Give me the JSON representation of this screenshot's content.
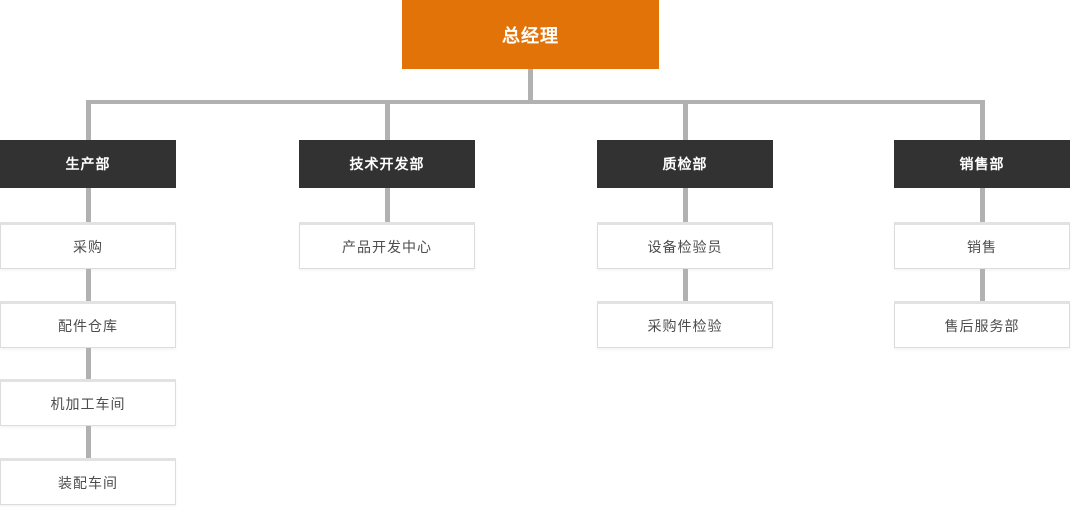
{
  "diagram": {
    "type": "org-chart",
    "root": {
      "label": "总经理"
    },
    "columns": [
      {
        "department": "生产部",
        "children": [
          "采购",
          "配件仓库",
          "机加工车间",
          "装配车间"
        ]
      },
      {
        "department": "技术开发部",
        "children": [
          "产品开发中心"
        ]
      },
      {
        "department": "质检部",
        "children": [
          "设备检验员",
          "采购件检验"
        ]
      },
      {
        "department": "销售部",
        "children": [
          "销售",
          "售后服务部"
        ]
      }
    ],
    "colors": {
      "root_bg": "#E27308",
      "root_text": "#FFFFFF",
      "dept_bg": "#323232",
      "dept_text": "#FFFFFF",
      "node_bg": "#FFFFFF",
      "node_border": "#DCDCDC",
      "node_border_top": "#E2E2E2",
      "node_text": "#4D4D4D",
      "connector": "#B1B1B1",
      "background": "#FFFFFF"
    }
  }
}
